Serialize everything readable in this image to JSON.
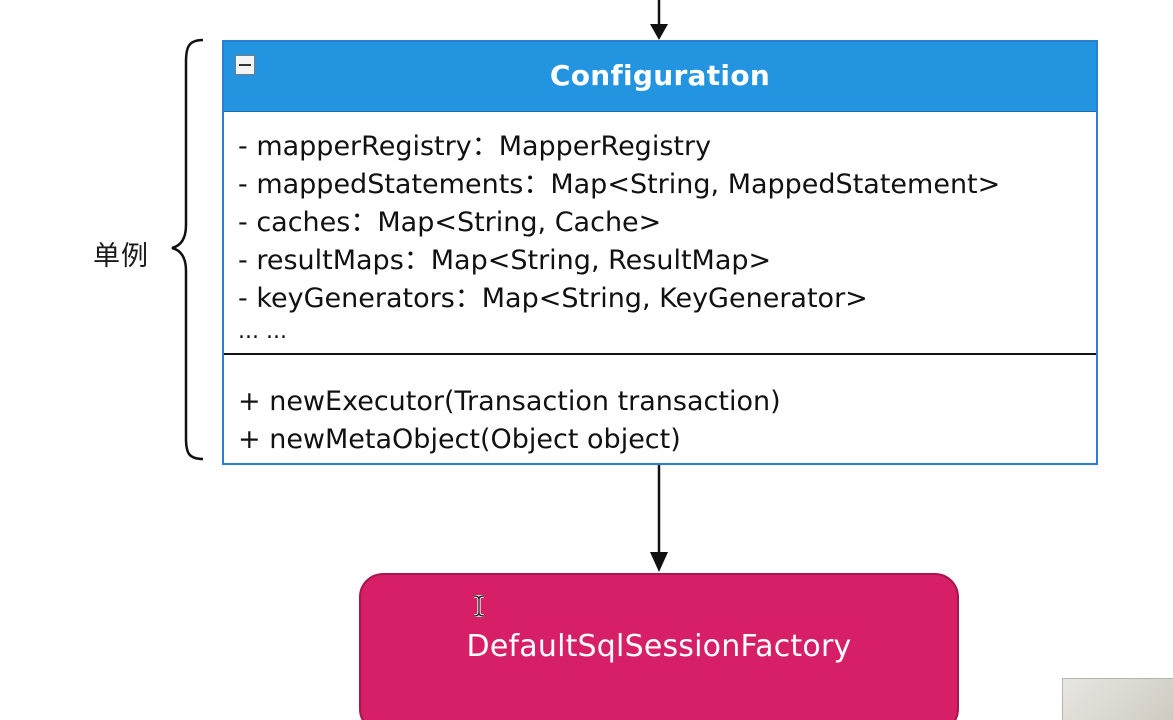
{
  "side_label": "单例",
  "configuration": {
    "title": "Configuration",
    "attributes": [
      "- mapperRegistry：MapperRegistry",
      "- mappedStatements：Map<String, MappedStatement>",
      "- caches：Map<String, Cache>",
      "- resultMaps：Map<String, ResultMap>",
      "- keyGenerators：Map<String, KeyGenerator>"
    ],
    "ellipsis": "... ...",
    "methods": [
      "+ newExecutor(Transaction transaction)",
      "+ newMetaObject(Object object)"
    ],
    "header_color": "#2294e0",
    "border_color": "#2b7fd1"
  },
  "factory": {
    "label": "DefaultSqlSessionFactory",
    "color": "#d61f66"
  },
  "icons": {
    "collapse": "minus-square-icon",
    "cursor": "text-cursor-icon"
  }
}
